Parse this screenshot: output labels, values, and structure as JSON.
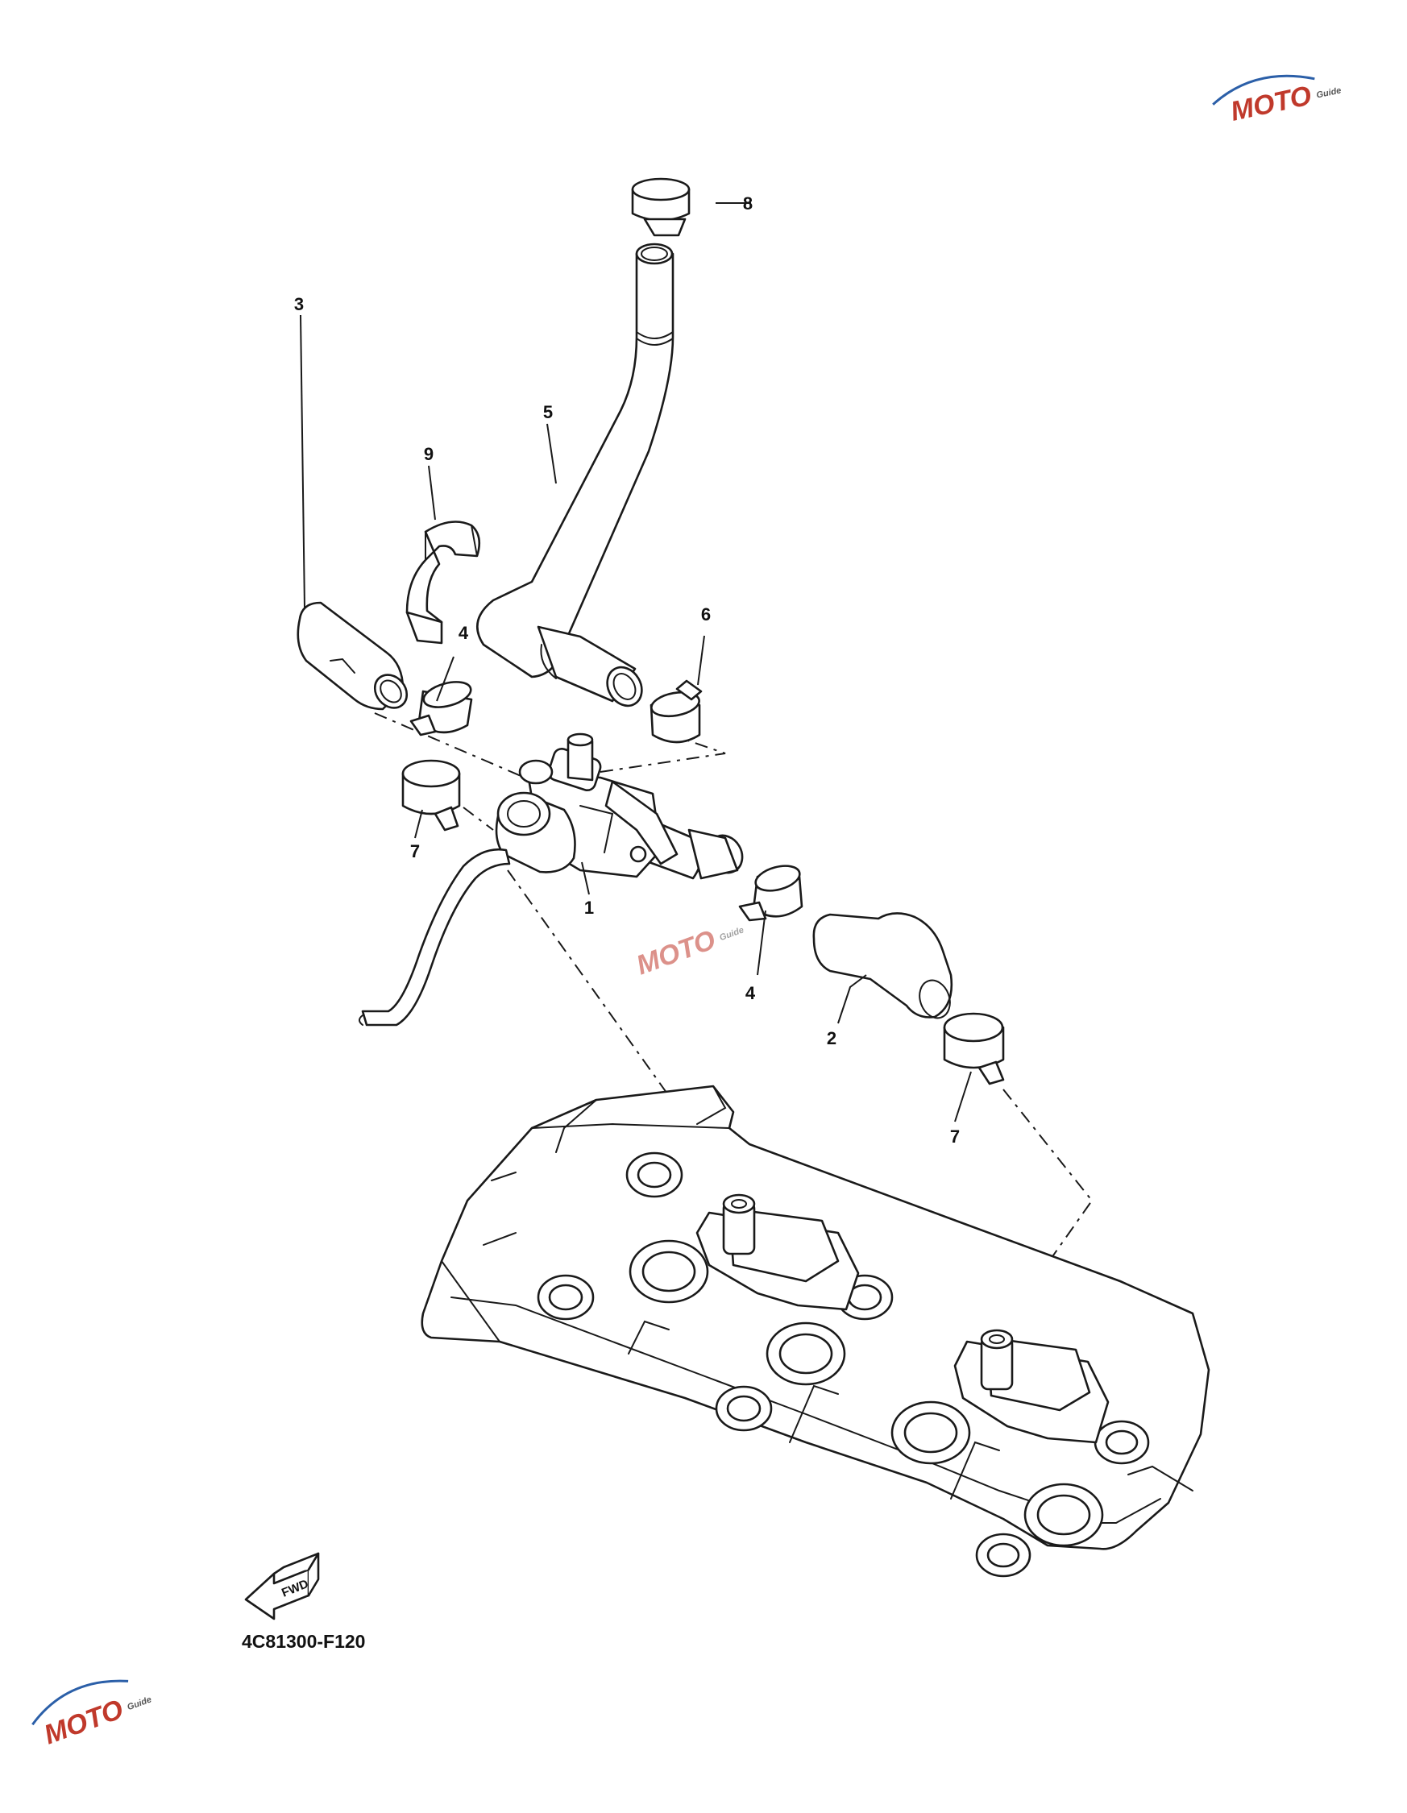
{
  "callouts": [
    {
      "id": "1",
      "text": "1"
    },
    {
      "id": "2",
      "text": "2"
    },
    {
      "id": "3",
      "text": "3"
    },
    {
      "id": "4a",
      "text": "4"
    },
    {
      "id": "4b",
      "text": "4"
    },
    {
      "id": "5",
      "text": "5"
    },
    {
      "id": "6",
      "text": "6"
    },
    {
      "id": "7a",
      "text": "7"
    },
    {
      "id": "7b",
      "text": "7"
    },
    {
      "id": "8",
      "text": "8"
    },
    {
      "id": "9",
      "text": "9"
    }
  ],
  "fwd_arrow": {
    "text": "FWD"
  },
  "diagram_code": "4C81300-F120",
  "watermark": {
    "text": "MOTO",
    "sub": "Guide",
    "accent": "#c0392b",
    "accent2": "#2b5fa8"
  }
}
